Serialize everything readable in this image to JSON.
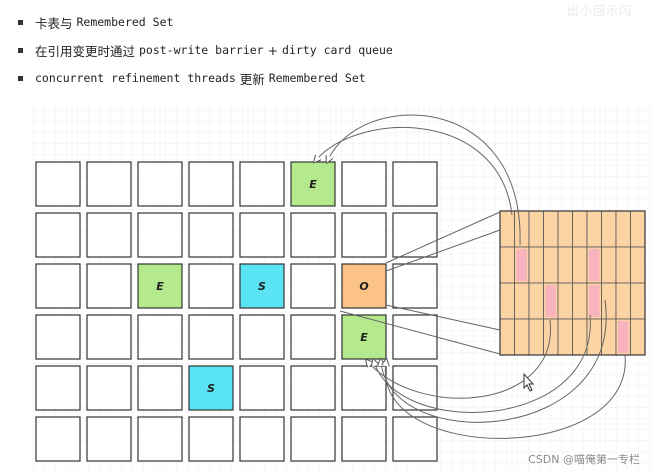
{
  "bullets": [
    {
      "parts": [
        {
          "t": "卡表与 ",
          "mono": false
        },
        {
          "t": "Remembered Set",
          "mono": true
        }
      ]
    },
    {
      "parts": [
        {
          "t": "在引用变更时通过 ",
          "mono": false
        },
        {
          "t": "post-write barrier",
          "mono": true
        },
        {
          "t": " + ",
          "mono": false
        },
        {
          "t": "dirty card queue",
          "mono": true
        }
      ]
    },
    {
      "parts": [
        {
          "t": "concurrent refinement threads",
          "mono": true
        },
        {
          "t": " 更新 ",
          "mono": false
        },
        {
          "t": "Remembered Set",
          "mono": true
        }
      ]
    }
  ],
  "grid": {
    "rows": 6,
    "cols": 8,
    "cells": [
      {
        "row": 0,
        "col": 5,
        "label": "E",
        "kind": "eden"
      },
      {
        "row": 2,
        "col": 2,
        "label": "E",
        "kind": "eden"
      },
      {
        "row": 2,
        "col": 4,
        "label": "S",
        "kind": "survivor"
      },
      {
        "row": 2,
        "col": 6,
        "label": "O",
        "kind": "old"
      },
      {
        "row": 3,
        "col": 6,
        "label": "E",
        "kind": "eden"
      },
      {
        "row": 4,
        "col": 3,
        "label": "S",
        "kind": "survivor"
      }
    ]
  },
  "colors": {
    "eden": "#b4ea8d",
    "survivor": "#5ae3f2",
    "old": "#fbc387",
    "card": "#fcd3a3",
    "dirty_card": "#f9b3bf",
    "gridline": "#eeeeee"
  },
  "card_table": {
    "rows": 4,
    "cols": 10,
    "dirty": [
      {
        "row": 1,
        "col": 1
      },
      {
        "row": 1,
        "col": 6
      },
      {
        "row": 2,
        "col": 3
      },
      {
        "row": 2,
        "col": 6
      },
      {
        "row": 3,
        "col": 8
      }
    ]
  },
  "watermark": "CSDN @喵俺第一专栏",
  "faint_top_text": "出小回示闪"
}
